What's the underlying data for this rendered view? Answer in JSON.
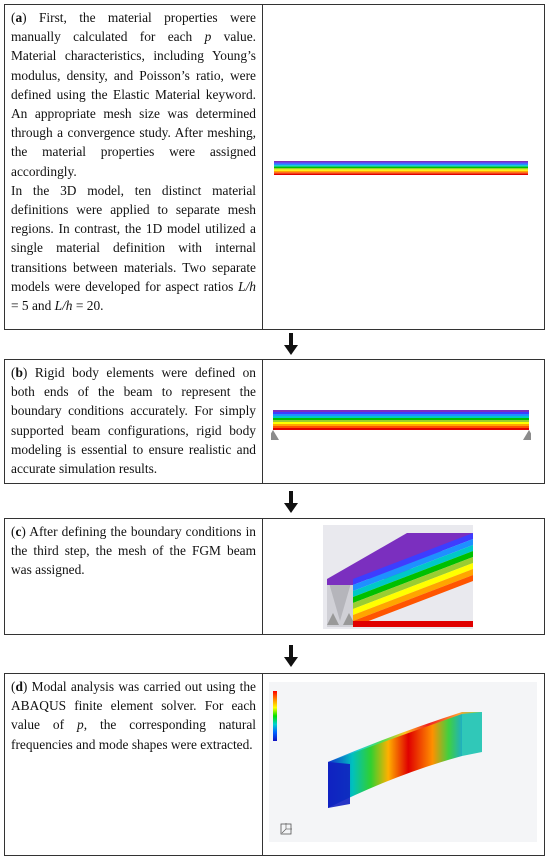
{
  "panel_a": {
    "letter": "a",
    "text_1": " First, the material properties were manually calculated for each ",
    "p": "p",
    "text_2": " value. Material characteristics, including Young’s modulus, density, and Poisson’s ratio, were defined using the Elastic Material keyword. An appropriate mesh size was determined through a convergence study. After meshing, the material properties were assigned accordingly.",
    "text_3": "In the 3D model, ten distinct material definitions were applied to separate mesh regions. In contrast, the 1D model utilized a single material definition with internal transitions between materials. Two separate models were developed for aspect ratios ",
    "ratio_1": "L/h",
    "text_4": " = 5 and ",
    "ratio_2": "L/h",
    "text_5": " = 20."
  },
  "panel_b": {
    "letter": "b",
    "text": " Rigid body elements were defined on both ends of the beam to represent the boundary conditions accurately. For simply supported beam configurations, rigid body modeling is essential to ensure realistic and accurate simulation results."
  },
  "panel_c": {
    "letter": "c",
    "text": " After defining the boundary conditions in the third step, the mesh of the FGM beam was assigned."
  },
  "panel_d": {
    "letter": "d",
    "text_1": " Modal analysis was carried out using the ABAQUS finite element solver. For each value of ",
    "p": "p",
    "text_2": ", the corresponding natural frequencies and mode shapes were extracted."
  },
  "colors": {
    "gradient": [
      "#7b2fbf",
      "#3d3dff",
      "#1e90ff",
      "#00c8c8",
      "#00c000",
      "#9acd32",
      "#ffff00",
      "#ffa500",
      "#ff5500",
      "#e00000"
    ]
  }
}
